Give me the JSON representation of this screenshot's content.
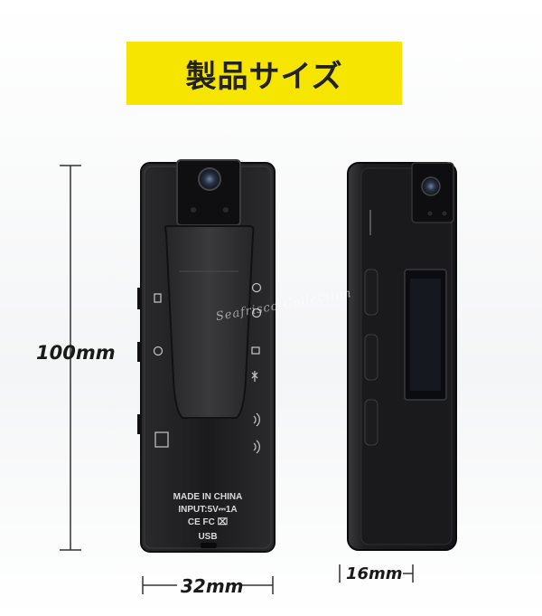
{
  "banner": {
    "title": "製品サイズ",
    "color": "#f5e500"
  },
  "dimensions": {
    "height_label": "100mm",
    "width_label": "32mm",
    "depth_label": "16mm"
  },
  "watermark": "Seafrisco-Collection",
  "device_print": {
    "made_in": "MADE IN CHINA",
    "input": "INPUT:5V⎓1A",
    "marks": "CE FC ⌧",
    "port": "USB"
  }
}
